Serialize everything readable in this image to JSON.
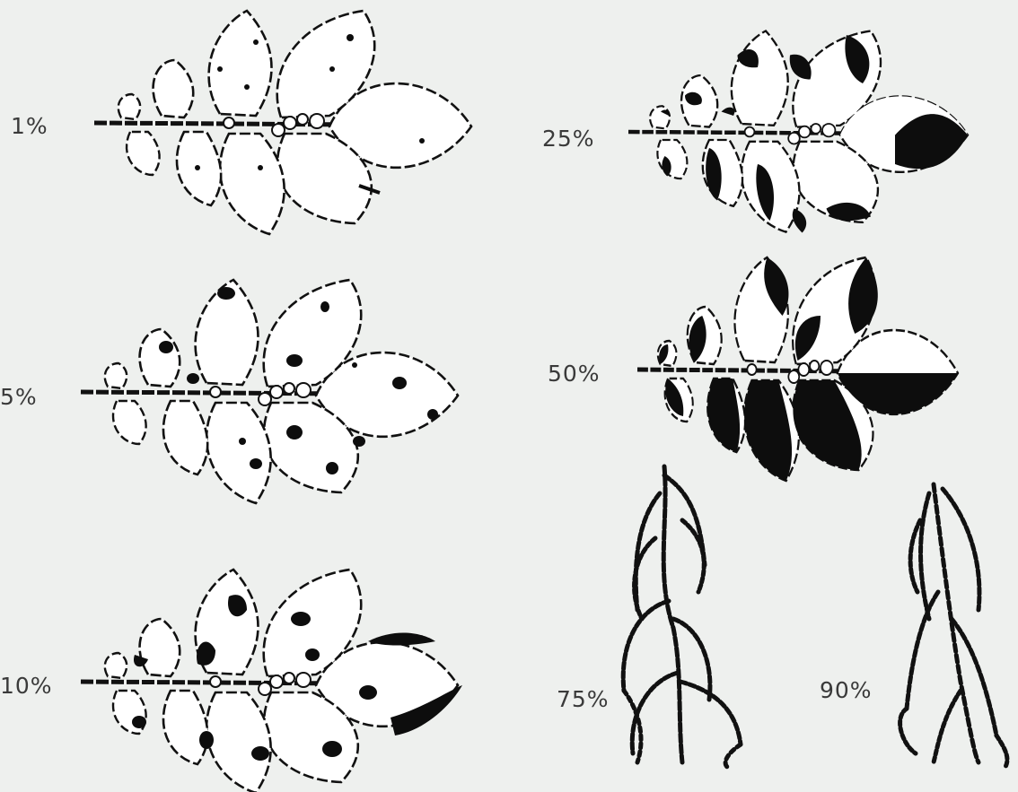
{
  "labels": {
    "p1": "1%",
    "p5": "5%",
    "p10": "10%",
    "p25": "25%",
    "p50": "50%",
    "p75": "75%",
    "p90": "90%"
  },
  "figures": [
    {
      "id": "leaf-1",
      "severity": 1,
      "form": "compound-leaf"
    },
    {
      "id": "leaf-5",
      "severity": 5,
      "form": "compound-leaf"
    },
    {
      "id": "leaf-10",
      "severity": 10,
      "form": "compound-leaf"
    },
    {
      "id": "leaf-25",
      "severity": 25,
      "form": "compound-leaf"
    },
    {
      "id": "leaf-50",
      "severity": 50,
      "form": "compound-leaf"
    },
    {
      "id": "plant-75",
      "severity": 75,
      "form": "wilted-stem"
    },
    {
      "id": "plant-90",
      "severity": 90,
      "form": "wilted-stem"
    }
  ],
  "colors": {
    "background": "#eef0ee",
    "leaf_fill": "#ffffff",
    "outline": "#111111",
    "lesion": "#0d0d0d",
    "label": "#3a3a3a"
  }
}
